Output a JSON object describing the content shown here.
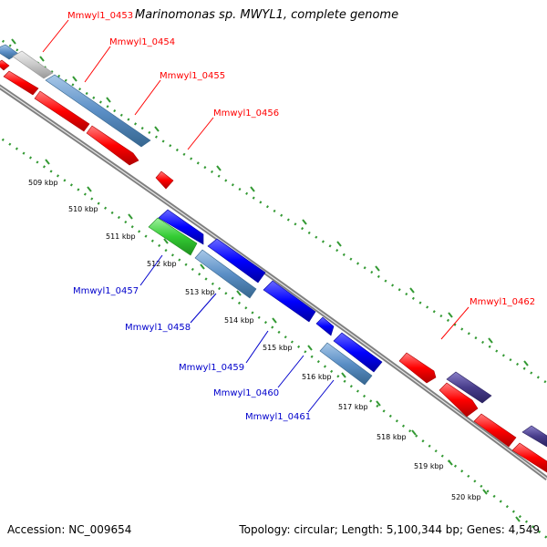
{
  "title": "Marinomonas sp. MWYL1, complete genome",
  "footer": {
    "accession": "Accession: NC_009654",
    "topology": "Topology: circular; Length: 5,100,344 bp; Genes: 4,549"
  },
  "colors": {
    "backbone": "#808080",
    "backbone_highlight": "#e6e6e6",
    "forward_label": "#ff0000",
    "reverse_label": "#0000cc",
    "tick": "#339933",
    "gene_red": "#ff0000",
    "gene_blue": "#0000ff",
    "gene_steelblue": "#5b8fc6",
    "gene_gray": "#c8c8c8",
    "gene_green": "#33cc33",
    "gene_purple": "#483d8b"
  },
  "tick_labels": [
    "509 kbp",
    "510 kbp",
    "511 kbp",
    "512 kbp",
    "513 kbp",
    "514 kbp",
    "515 kbp",
    "516 kbp",
    "517 kbp",
    "518 kbp",
    "519 kbp",
    "520 kbp"
  ],
  "forward_labels": [
    "Mmwyl1_0453",
    "Mmwyl1_0454",
    "Mmwyl1_0455",
    "Mmwyl1_0456",
    "Mmwyl1_0462"
  ],
  "reverse_labels": [
    "Mmwyl1_0457",
    "Mmwyl1_0458",
    "Mmwyl1_0459",
    "Mmwyl1_0460",
    "Mmwyl1_0461"
  ]
}
